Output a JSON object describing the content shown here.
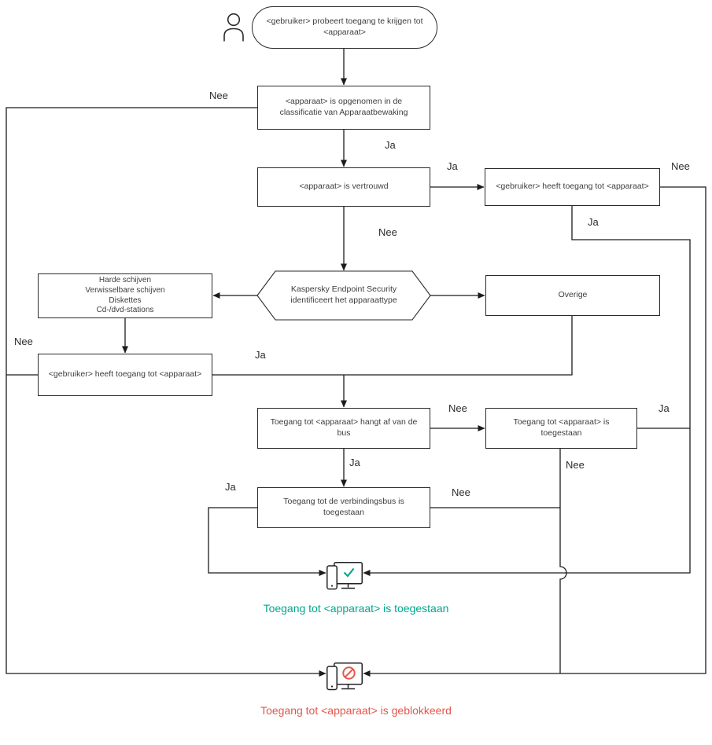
{
  "nodes": {
    "start": "<gebruiker> probeert toegang te krijgen tot <apparaat>",
    "classification": "<apparaat> is opgenomen in de classificatie van Apparaatbewaking",
    "trusted": "<apparaat> is vertrouwd",
    "user_access_right": "<gebruiker> heeft toegang tot <apparaat>",
    "identify_type": "Kaspersky Endpoint Security identificeert het apparaattype",
    "device_list": "Harde schijven\nVerwisselbare schijven\nDiskettes\nCd-/dvd-stations",
    "user_access_left": "<gebruiker> heeft toegang tot <apparaat>",
    "other": "Overige",
    "bus_dependent": "Toegang tot <apparaat> hangt af van de bus",
    "access_allowed_box": "Toegang tot <apparaat> is toegestaan",
    "bus_allowed": "Toegang tot de verbindingsbus is toegestaan"
  },
  "edge_labels": [
    "Nee",
    "Ja",
    "Ja",
    "Nee",
    "Ja",
    "Nee",
    "Nee",
    "Ja",
    "Nee",
    "Ja",
    "Nee",
    "Ja",
    "Ja",
    "Nee"
  ],
  "outcomes": {
    "allowed": {
      "text": "Toegang tot <apparaat> is toegestaan",
      "color": "#00a88e"
    },
    "blocked": {
      "text": "Toegang tot <apparaat> is geblokkeerd",
      "color": "#e2574c"
    }
  },
  "icons": {
    "user": "user-icon",
    "device_allowed": "computer-with-check-icon",
    "device_blocked": "computer-with-prohibited-icon"
  }
}
